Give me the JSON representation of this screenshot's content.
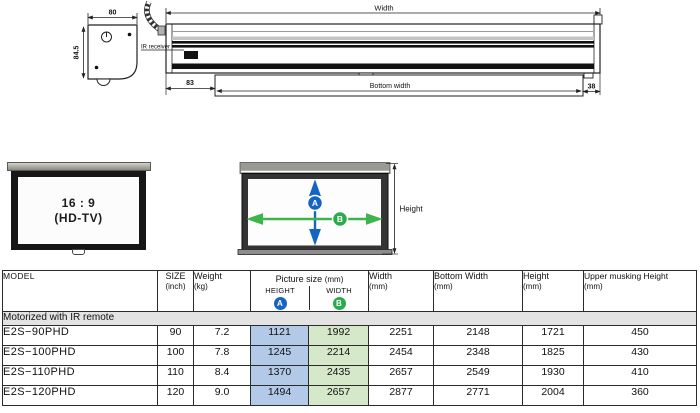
{
  "colors": {
    "accent-blue": "#1565c0",
    "accent-green": "#2aab4d",
    "arrow-green": "#3db54a",
    "cell-blue-bg": "#b3c9e8",
    "cell-green-bg": "#d6e8ca",
    "section-bg": "#e3e3e3",
    "line-color": "#2b2b2b"
  },
  "drawing": {
    "top_width_label": "80",
    "side_height_label": "84.5",
    "ir_receiver_label": "IR receiver",
    "width_label": "Width",
    "bottom_width_label": "Bottom width",
    "left_offset_label": "83",
    "right_offset_label": "38"
  },
  "screen_preview": {
    "aspect_ratio": "16 : 9",
    "format": "(HD-TV)"
  },
  "measure_diagram": {
    "marker_a": "A",
    "marker_b": "B",
    "height_label": "Height"
  },
  "table": {
    "headers": {
      "model": "MODEL",
      "size": "SIZE",
      "size_unit": "(inch)",
      "weight": "Weight",
      "weight_unit": "(kg)",
      "picture_size": "Picture size",
      "picture_size_unit": "(mm)",
      "height_sub": "HEIGHT",
      "width_sub": "WIDTH",
      "badge_a": "A",
      "badge_b": "B",
      "width": "Width",
      "width_unit": "(mm)",
      "bottom_width": "Bottom Width",
      "bottom_width_unit": "(mm)",
      "height": "Height",
      "height_unit": "(mm)",
      "upper_masking": "Upper musking Height",
      "upper_masking_unit": "(mm)"
    },
    "section_label": "Motorized with IR remote",
    "rows": [
      {
        "model": "E2S−90PHD",
        "size": "90",
        "weight": "7.2",
        "picture_height": "1121",
        "picture_width": "1992",
        "width": "2251",
        "bottom_width": "2148",
        "height": "1721",
        "upper_masking_height": "450"
      },
      {
        "model": "E2S−100PHD",
        "size": "100",
        "weight": "7.8",
        "picture_height": "1245",
        "picture_width": "2214",
        "width": "2454",
        "bottom_width": "2348",
        "height": "1825",
        "upper_masking_height": "430"
      },
      {
        "model": "E2S−110PHD",
        "size": "110",
        "weight": "8.4",
        "picture_height": "1370",
        "picture_width": "2435",
        "width": "2657",
        "bottom_width": "2549",
        "height": "1930",
        "upper_masking_height": "410"
      },
      {
        "model": "E2S−120PHD",
        "size": "120",
        "weight": "9.0",
        "picture_height": "1494",
        "picture_width": "2657",
        "width": "2877",
        "bottom_width": "2771",
        "height": "2004",
        "upper_masking_height": "360"
      }
    ]
  }
}
